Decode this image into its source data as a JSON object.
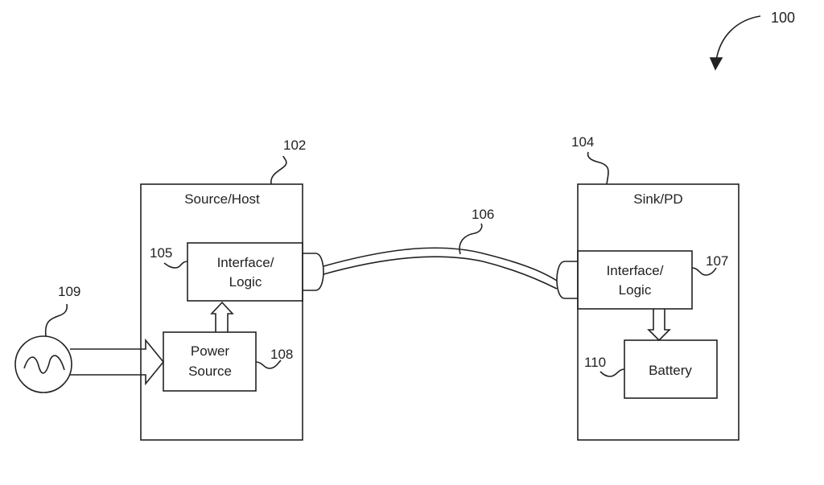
{
  "figure_ref": "100",
  "source": {
    "ref": "102",
    "title": "Source/Host",
    "interface": {
      "ref": "105",
      "line1": "Interface/",
      "line2": "Logic"
    },
    "power": {
      "ref": "108",
      "line1": "Power",
      "line2": "Source"
    }
  },
  "sink": {
    "ref": "104",
    "title": "Sink/PD",
    "interface": {
      "ref": "107",
      "line1": "Interface/",
      "line2": "Logic"
    },
    "battery": {
      "ref": "110",
      "label": "Battery"
    }
  },
  "cable": {
    "ref": "106"
  },
  "ac_source": {
    "ref": "109"
  }
}
